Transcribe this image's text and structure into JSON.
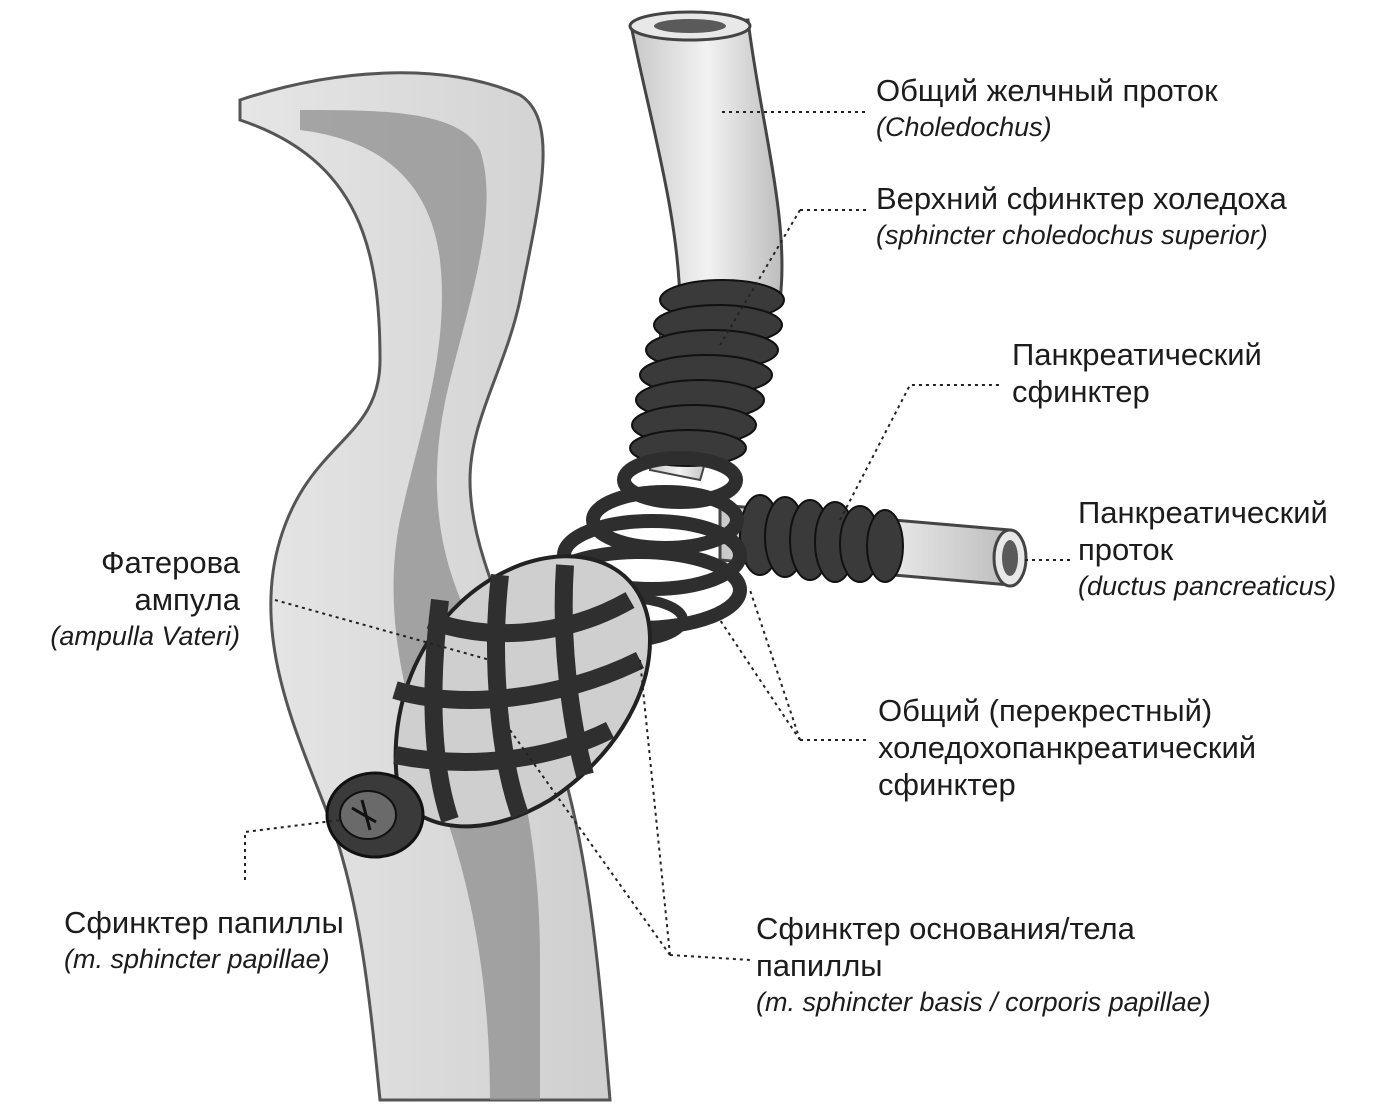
{
  "labels": {
    "choledochus": {
      "name": "Общий желчный проток",
      "latin": "(Choledochus)"
    },
    "upper_sphincter": {
      "name": "Верхний сфинктер холедоха",
      "latin": "(sphincter choledochus superior)"
    },
    "pancreatic_sphincter": {
      "line1": "Панкреатический",
      "line2": "сфинктер"
    },
    "pancreatic_duct": {
      "line1": "Панкреатический",
      "line2": "проток",
      "latin": "(ductus pancreaticus)"
    },
    "vater_ampulla": {
      "line1": "Фатерова",
      "line2": "ампула",
      "latin": "(ampulla Vateri)"
    },
    "common_sphincter": {
      "line1": "Общий (перекрестный)",
      "line2": "холедохопанкреатический",
      "line3": "сфинктер"
    },
    "papilla_sphincter": {
      "name": "Сфинктер папиллы",
      "latin": "(m. sphincter papillae)"
    },
    "basis_sphincter": {
      "line1": "Сфинктер основания/тела",
      "line2": "папиллы",
      "latin": "(m. sphincter basis / corporis papillae)"
    }
  },
  "colors": {
    "muscle": "#3a3a3a",
    "duct_light": "#d9d9d9",
    "duct_mid": "#9a9a9a",
    "leader": "#222222"
  }
}
